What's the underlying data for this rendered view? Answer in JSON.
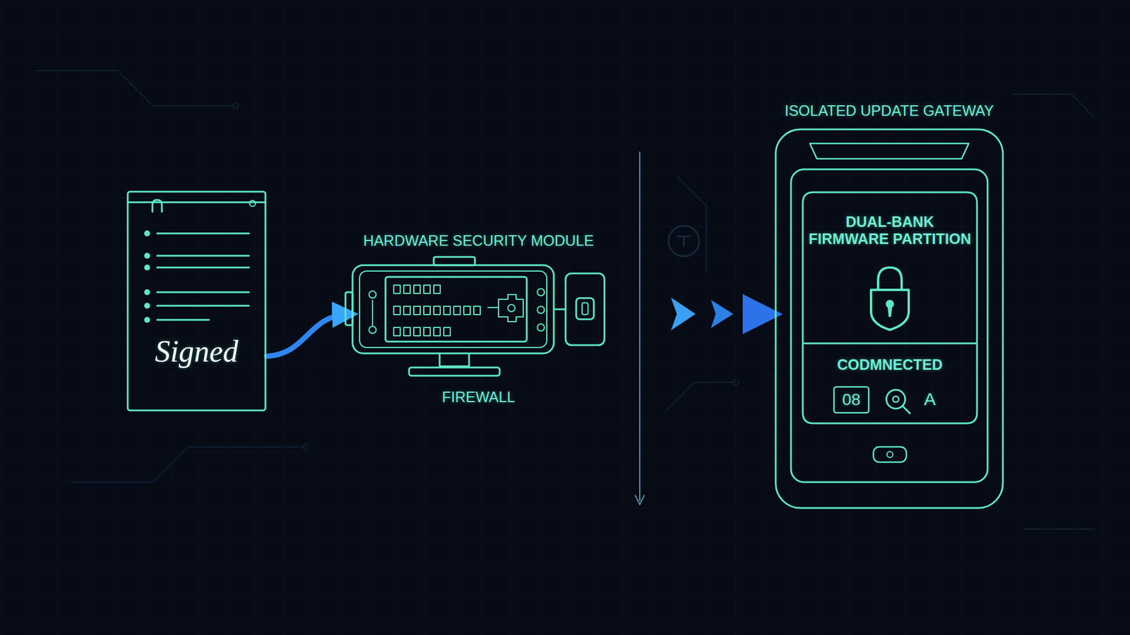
{
  "diagram": {
    "nodes": [
      {
        "text": [
          "Signed"
        ]
      },
      {
        "text": [
          "HARDWARE SECURITY MODULE",
          "FIREWALL"
        ]
      },
      {
        "text": [
          "ISOLATED UPDATE GATEWAY"
        ]
      },
      {
        "text": [
          "DUAL-BANK FIRMWARE PARTITION"
        ],
        "in": 2
      },
      {
        "text": [
          "CODMNECTED"
        ],
        "in": 2
      }
    ],
    "edges": [
      {
        "from": 0,
        "to": 1,
        "arrow": "to"
      },
      {
        "from": 1,
        "to": 2,
        "arrow": "to"
      }
    ],
    "labels": [
      "08",
      "A"
    ]
  }
}
